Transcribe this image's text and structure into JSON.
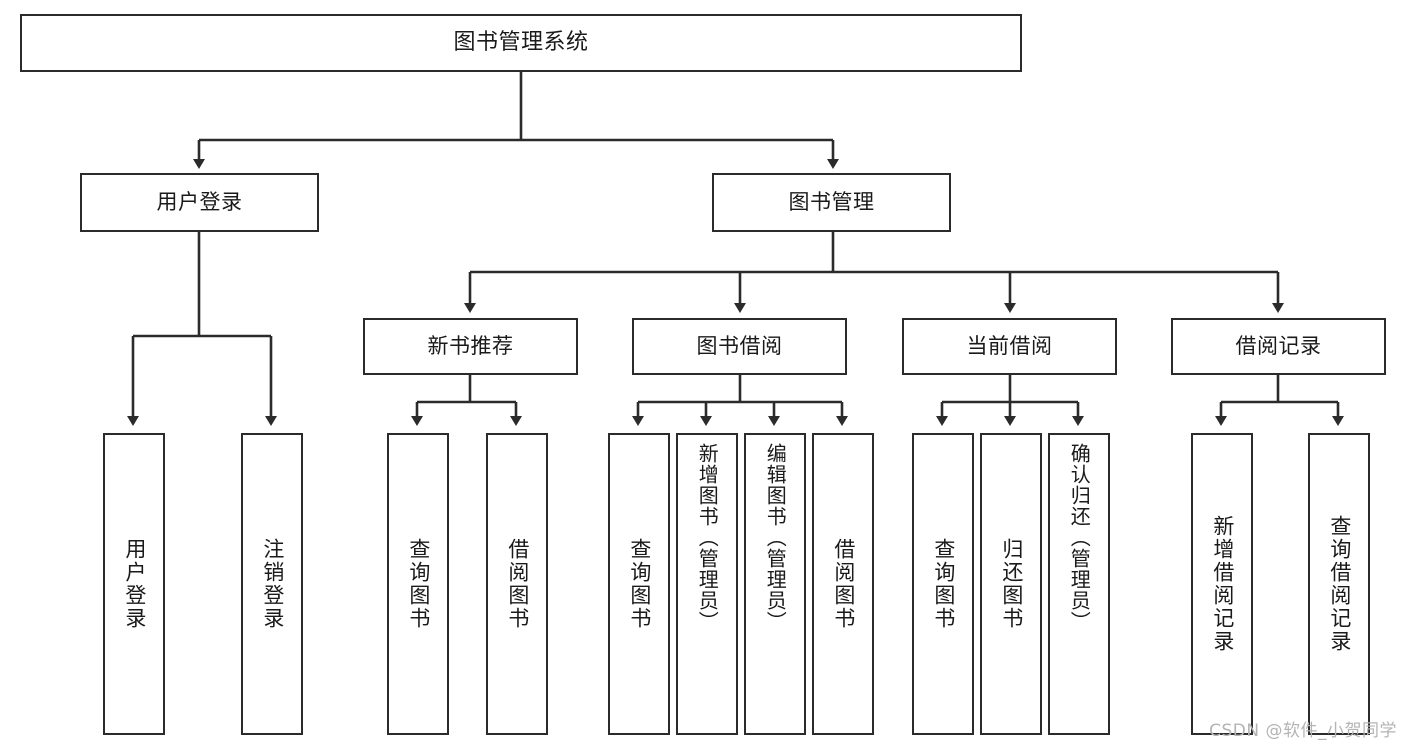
{
  "diagram": {
    "title": "图书管理系统",
    "type": "tree-hierarchy",
    "orientation": "top-down",
    "watermark": "CSDN @软件_小贺同学",
    "colors": {
      "stroke": "#2b2b2b",
      "fill": "#ffffff",
      "text": "#1a1a1a",
      "watermark": "#b4b4b4"
    },
    "nodes": {
      "root": {
        "label": "图书管理系统",
        "level": 0,
        "text_direction": "horizontal"
      },
      "level1": [
        {
          "id": "user-login",
          "label": "用户登录",
          "text_direction": "horizontal"
        },
        {
          "id": "book-manage",
          "label": "图书管理",
          "text_direction": "horizontal"
        }
      ],
      "level2": [
        {
          "id": "new-book-recommend",
          "label": "新书推荐",
          "parent": "book-manage",
          "text_direction": "horizontal"
        },
        {
          "id": "book-borrow",
          "label": "图书借阅",
          "parent": "book-manage",
          "text_direction": "horizontal"
        },
        {
          "id": "current-borrow",
          "label": "当前借阅",
          "parent": "book-manage",
          "text_direction": "horizontal"
        },
        {
          "id": "borrow-record",
          "label": "借阅记录",
          "parent": "book-manage",
          "text_direction": "horizontal"
        }
      ],
      "leaves": [
        {
          "id": "leaf-user-login",
          "label": "用户登录",
          "parent": "user-login",
          "text_direction": "vertical"
        },
        {
          "id": "leaf-logout",
          "label": "注销登录",
          "parent": "user-login",
          "text_direction": "vertical"
        },
        {
          "id": "leaf-query-book-1",
          "label": "查询图书",
          "parent": "new-book-recommend",
          "text_direction": "vertical"
        },
        {
          "id": "leaf-borrow-book-1",
          "label": "借阅图书",
          "parent": "new-book-recommend",
          "text_direction": "vertical"
        },
        {
          "id": "leaf-query-book-2",
          "label": "查询图书",
          "parent": "book-borrow",
          "text_direction": "vertical"
        },
        {
          "id": "leaf-add-book",
          "label": "新增图书（管理员）",
          "parent": "book-borrow",
          "text_direction": "vertical"
        },
        {
          "id": "leaf-edit-book",
          "label": "编辑图书（管理员）",
          "parent": "book-borrow",
          "text_direction": "vertical"
        },
        {
          "id": "leaf-borrow-book-2",
          "label": "借阅图书",
          "parent": "book-borrow",
          "text_direction": "vertical"
        },
        {
          "id": "leaf-query-book-3",
          "label": "查询图书",
          "parent": "current-borrow",
          "text_direction": "vertical"
        },
        {
          "id": "leaf-return-book",
          "label": "归还图书",
          "parent": "current-borrow",
          "text_direction": "vertical"
        },
        {
          "id": "leaf-confirm-return",
          "label": "确认归还（管理员）",
          "parent": "current-borrow",
          "text_direction": "vertical"
        },
        {
          "id": "leaf-add-record",
          "label": "新增借阅记录",
          "parent": "borrow-record",
          "text_direction": "vertical"
        },
        {
          "id": "leaf-query-record",
          "label": "查询借阅记录",
          "parent": "borrow-record",
          "text_direction": "vertical"
        }
      ]
    }
  }
}
